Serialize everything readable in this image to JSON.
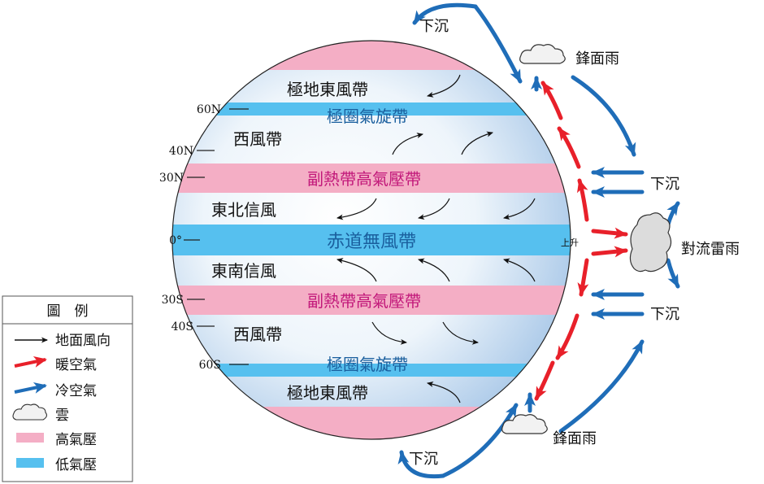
{
  "belts": {
    "polar_east_n": "極地東風帶",
    "polar_front_n": "極圈氣旋帶",
    "westerlies_n": "西風帶",
    "subtropical_high_n": "副熱帶高氣壓帶",
    "ne_trade": "東北信風",
    "doldrums": "赤道無風帶",
    "se_trade": "東南信風",
    "subtropical_high_s": "副熱帶高氣壓帶",
    "westerlies_s": "西風帶",
    "polar_front_s": "極圈氣旋帶",
    "polar_east_s": "極地東風帶"
  },
  "latitudes": [
    "60N",
    "40N",
    "30N",
    "0°",
    "30S",
    "40S",
    "60S"
  ],
  "circulation": {
    "sinking_top": "下沉",
    "frontal_rain_top": "鋒面雨",
    "sinking_mid_n": "下沉",
    "rising": "上升",
    "convective_rain": "對流雷雨",
    "sinking_mid_s": "下沉",
    "frontal_rain_bottom": "鋒面雨",
    "sinking_bottom": "下沉"
  },
  "legend": {
    "title": "圖　例",
    "surface_wind": "地面風向",
    "warm_air": "暖空氣",
    "cold_air": "冷空氣",
    "cloud": "雲",
    "high_pressure": "高氣壓",
    "low_pressure": "低氣壓"
  },
  "colors": {
    "high_pressure": "#f4aec5",
    "low_pressure": "#56c0ef",
    "warm_arrow": "#e8202a",
    "cold_arrow": "#1f6db8",
    "high_label": "#c2187a",
    "low_label": "#1a5f9e",
    "globe_center": "#ffffff",
    "globe_edge": "#9fc3e6"
  },
  "icons": {
    "surface_wind": "thin-black-arrow-icon",
    "warm_air": "red-arrow-icon",
    "cold_air": "blue-arrow-icon",
    "cloud": "cloud-icon"
  }
}
